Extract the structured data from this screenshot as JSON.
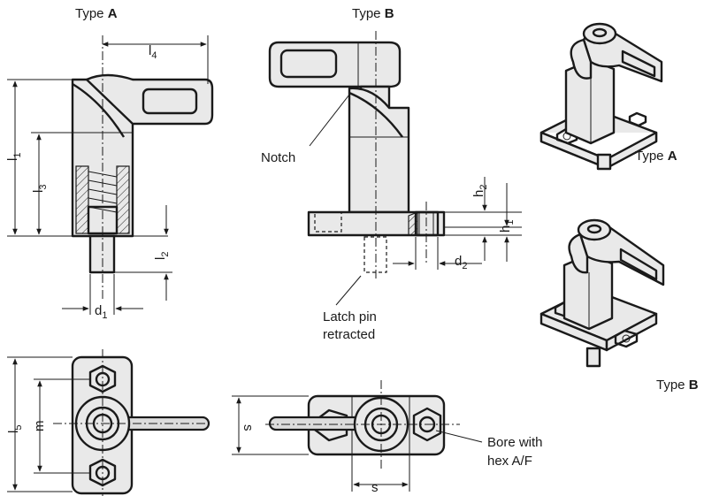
{
  "titles": {
    "type_a_prefix": "Type ",
    "type_a_letter": "A",
    "type_b_prefix": "Type ",
    "type_b_letter": "B"
  },
  "iso_labels": {
    "type_a_prefix": "Type ",
    "type_a_letter": "A",
    "type_b_prefix": "Type ",
    "type_b_letter": "B"
  },
  "dimensions": {
    "l": "l",
    "l4_sub": "4",
    "l1_sub": "1",
    "l3_sub": "3",
    "l2_sub": "2",
    "l5_sub": "5",
    "d": "d",
    "d1_sub": "1",
    "d2_sub": "2",
    "h": "h",
    "h1_sub": "1",
    "h2_sub": "2",
    "m": "m",
    "s_left": "s",
    "s_bottom": "s"
  },
  "callouts": {
    "notch": "Notch",
    "latch_line1": "Latch pin",
    "latch_line2": "retracted",
    "bore_line1": "Bore with",
    "bore_line2": "hex A/F"
  },
  "colors": {
    "line": "#1a1a1a",
    "part_fill": "#e9e9e9"
  }
}
